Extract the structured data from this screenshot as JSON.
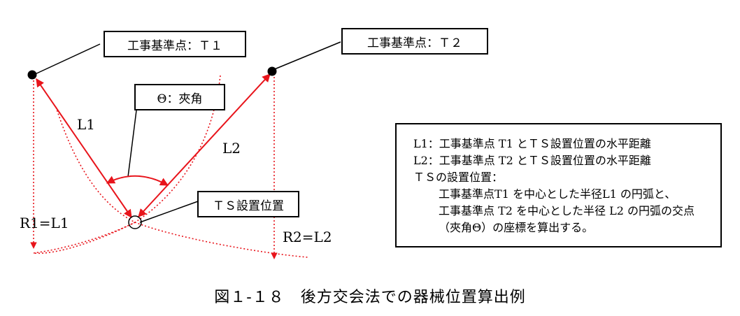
{
  "labels": {
    "t1": "工事基準点：Ｔ１",
    "t2": "工事基準点：Ｔ２",
    "angle": "Θ：夾角",
    "ts": "ＴＳ設置位置",
    "l1": "L1",
    "l2": "L2",
    "r1": "R1=L1",
    "r2": "R2=L2"
  },
  "legend": {
    "lines": [
      "L1：工事基準点 T1 とＴＳ設置位置の水平距離",
      "L2：工事基準点 T2 とＴＳ設置位置の水平距離",
      "ＴＳの設置位置："
    ],
    "indented": [
      "工事基準点T1 を中心とした半径L1 の円弧と、",
      "工事基準点 T2 を中心とした半径 L2 の円弧の交点",
      "（夾角Θ）の座標を算出する。"
    ]
  },
  "caption": "図１-１８　後方交会法での器械位置算出例",
  "colors": {
    "arrow": "#e8141b",
    "line": "#000000"
  }
}
